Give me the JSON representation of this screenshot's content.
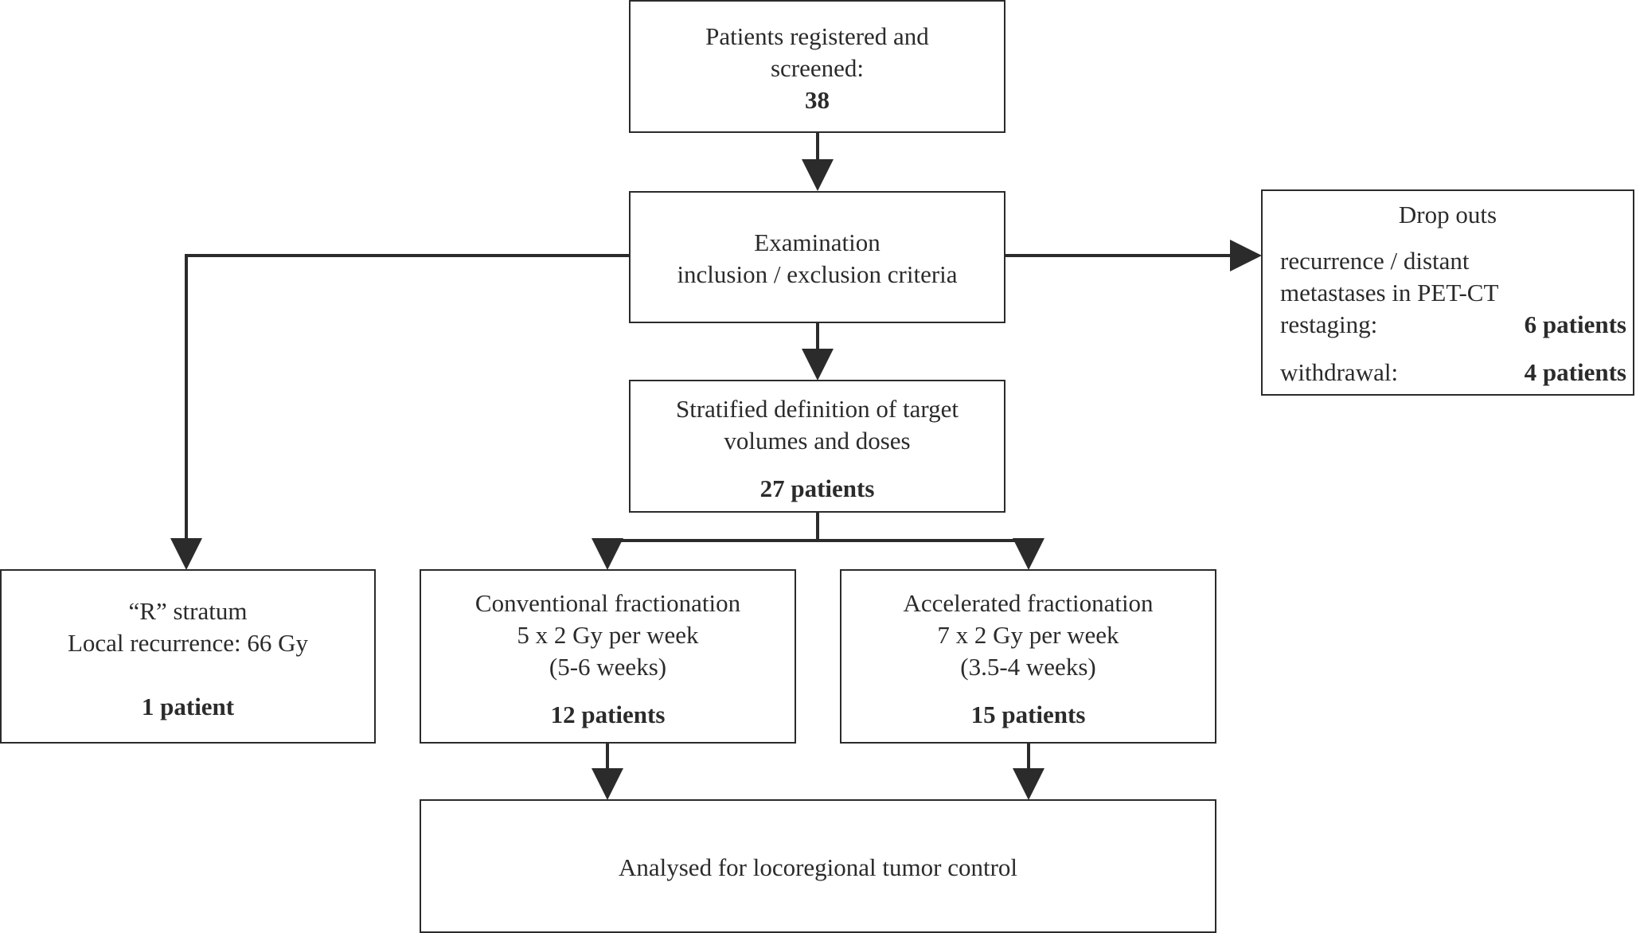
{
  "nodes": {
    "screened": {
      "line1": "Patients registered and",
      "line2": "screened:",
      "count": "38"
    },
    "examination": {
      "line1": "Examination",
      "line2": "inclusion / exclusion criteria"
    },
    "dropouts": {
      "title": "Drop outs",
      "reason_line1": "recurrence / distant",
      "reason_line2": "metastases in PET-CT",
      "reason_line3": "restaging:",
      "reason_count": "6 patients",
      "withdrawal_label": "withdrawal:",
      "withdrawal_count": "4 patients"
    },
    "stratified": {
      "line1": "Stratified definition of target",
      "line2": "volumes and doses",
      "count": "27 patients"
    },
    "r_stratum": {
      "line1": "“R” stratum",
      "line2": "Local recurrence: 66 Gy",
      "count": "1 patient"
    },
    "conventional": {
      "line1": "Conventional fractionation",
      "line2": "5 x 2 Gy per week",
      "line3": "(5-6 weeks)",
      "count": "12 patients"
    },
    "accelerated": {
      "line1": "Accelerated fractionation",
      "line2": "7 x 2 Gy per week",
      "line3": "(3.5-4 weeks)",
      "count": "15 patients"
    },
    "analysed": {
      "line1": "Analysed for locoregional tumor control"
    }
  }
}
